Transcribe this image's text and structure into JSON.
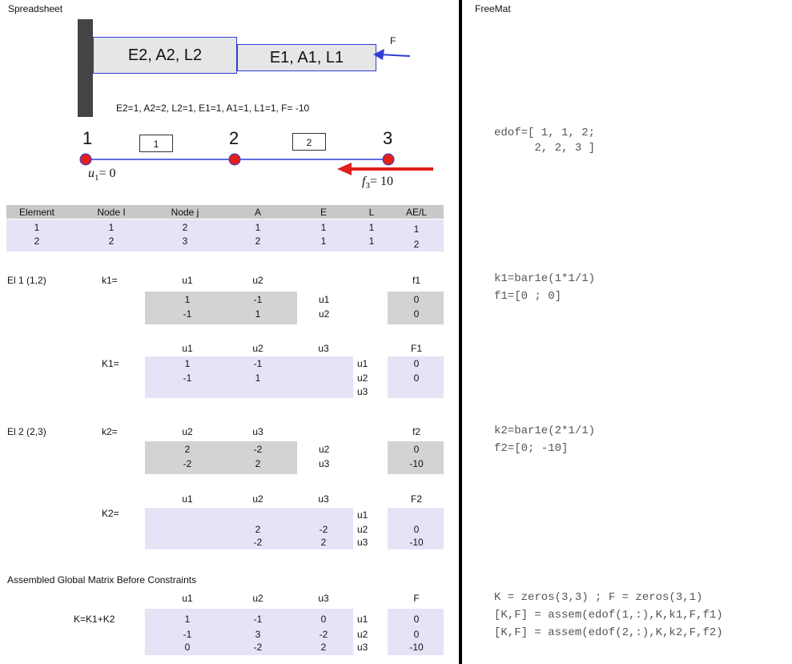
{
  "panels": {
    "left_title": "Spreadsheet",
    "right_title": "FreeMat"
  },
  "bar_diagram": {
    "e2_label": "E2, A2, L2",
    "e1_label": "E1, A1, L1",
    "force_label": "F",
    "params": "E2=1, A2=2, L2=1, E1=1, A1=1, L1=1,  F= -10"
  },
  "truss": {
    "nodes": [
      "1",
      "2",
      "3"
    ],
    "elements": [
      "1",
      "2"
    ],
    "u1_label": "u",
    "u1_sub": "1",
    "u1_eq": "= 0",
    "f3_label": "f",
    "f3_sub": "3",
    "f3_eq": "=   10"
  },
  "element_table": {
    "headers": [
      "Element",
      "Node I",
      "Node j",
      "A",
      "E",
      "L",
      "AE/L"
    ],
    "rows": [
      [
        "1",
        "1",
        "2",
        "1",
        "1",
        "1",
        "1"
      ],
      [
        "2",
        "2",
        "3",
        "2",
        "1",
        "1",
        "2"
      ]
    ]
  },
  "el1": {
    "title": "El 1 (1,2)",
    "k_label": "k1=",
    "k_cols": [
      "u1",
      "u2"
    ],
    "k_rows": [
      [
        "1",
        "-1"
      ],
      [
        "-1",
        "1"
      ]
    ],
    "k_row_labels": [
      "u1",
      "u2"
    ],
    "f_label": "f1",
    "f_vals": [
      "0",
      "0"
    ],
    "K_label": "K1=",
    "K_cols": [
      "u1",
      "u2",
      "u3"
    ],
    "K_rows": [
      [
        "1",
        "-1",
        ""
      ],
      [
        "-1",
        "1",
        ""
      ],
      [
        "",
        "",
        ""
      ]
    ],
    "K_row_labels": [
      "u1",
      "u2",
      "u3"
    ],
    "F_label": "F1",
    "F_vals": [
      "0",
      "0",
      ""
    ]
  },
  "el2": {
    "title": "El 2 (2,3)",
    "k_label": "k2=",
    "k_cols": [
      "u2",
      "u3"
    ],
    "k_rows": [
      [
        "2",
        "-2"
      ],
      [
        "-2",
        "2"
      ]
    ],
    "k_row_labels": [
      "u2",
      "u3"
    ],
    "f_label": "f2",
    "f_vals": [
      "0",
      "-10"
    ],
    "K_label": "K2=",
    "K_cols": [
      "u1",
      "u2",
      "u3"
    ],
    "K_rows": [
      [
        "",
        "",
        ""
      ],
      [
        "",
        "2",
        "-2"
      ],
      [
        "",
        "-2",
        "2"
      ]
    ],
    "K_row_labels": [
      "u1",
      "u2",
      "u3"
    ],
    "F_label": "F2",
    "F_vals": [
      "",
      "0",
      "-10"
    ]
  },
  "global": {
    "title": "Assembled Global Matrix Before Constraints",
    "K_label": "K=K1+K2",
    "cols": [
      "u1",
      "u2",
      "u3"
    ],
    "rows": [
      [
        "1",
        "-1",
        "0"
      ],
      [
        "-1",
        "3",
        "-2"
      ],
      [
        "0",
        "-2",
        "2"
      ]
    ],
    "row_labels": [
      "u1",
      "u2",
      "u3"
    ],
    "F_label": "F",
    "F_vals": [
      "0",
      "0",
      "-10"
    ]
  },
  "code": {
    "edof_1": "edof=[ 1, 1, 2;",
    "edof_2": "      2, 2, 3 ]",
    "k1": "k1=bar1e(1*1/1)",
    "f1": "f1=[0 ; 0]",
    "k2": "k2=bar1e(2*1/1)",
    "f2": "f2=[0; -10]",
    "g1": "K = zeros(3,3) ; F = zeros(3,1)",
    "g2": "[K,F] = assem(edof(1,:),K,k1,F,f1)",
    "g3": "[K,F] = assem(edof(2,:),K,k2,F,f2)"
  },
  "colors": {
    "lavender": "#e6e3f7",
    "gray": "#d3d3d3",
    "header_gray": "#c8c8c8",
    "blue": "#2f3bd6",
    "red": "#e0201b"
  }
}
